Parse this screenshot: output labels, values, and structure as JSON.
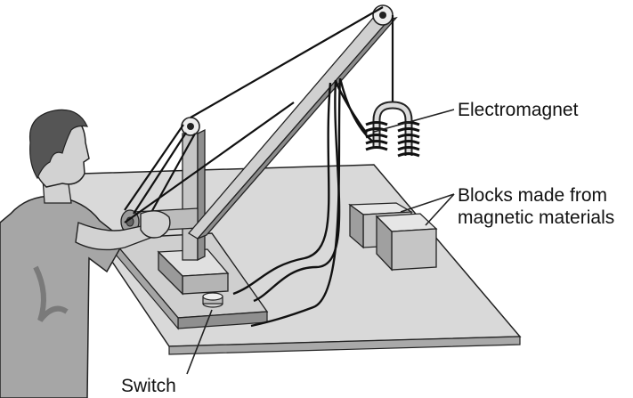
{
  "labels": {
    "electromagnet": "Electromagnet",
    "blocks_line1": "Blocks made from",
    "blocks_line2": "magnetic materials",
    "switch": "Switch"
  },
  "colors": {
    "table_top": "#d9d9d9",
    "table_edge": "#a9a9a9",
    "wood_light": "#c8c8c8",
    "wood_dark": "#8f8f8f",
    "skin": "#d2d2d2",
    "shirt": "#a6a6a6",
    "hair": "#555555",
    "wire": "#111111"
  }
}
